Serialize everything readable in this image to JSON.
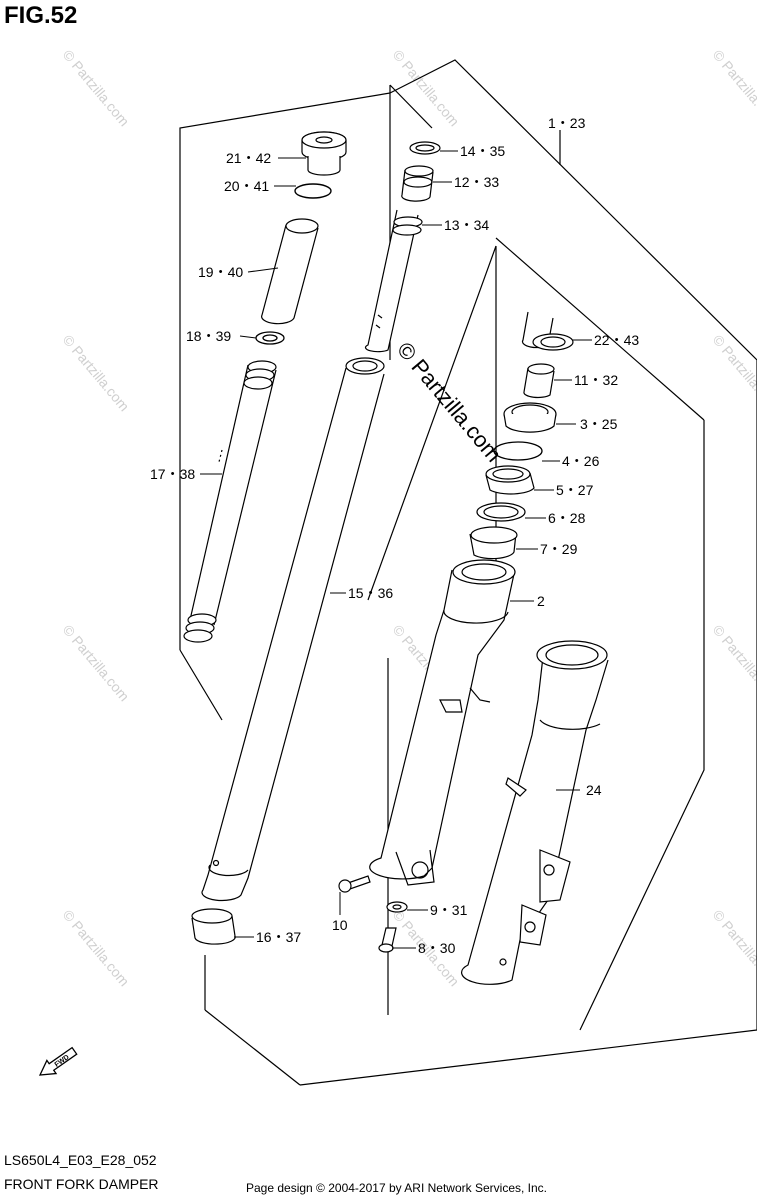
{
  "figure": {
    "title": "FIG.52",
    "diagram_code": "LS650L4_E03_E28_052",
    "name": "FRONT FORK DAMPER",
    "credit": "Page design © 2004-2017 by ARI Network Services, Inc.",
    "watermark_center": "© Partzilla.com",
    "watermark_small": "© Partzilla.com",
    "fwd_label": "FWD"
  },
  "callouts": [
    {
      "id": "p1",
      "label": "1・23"
    },
    {
      "id": "p21",
      "label": "21・42"
    },
    {
      "id": "p20",
      "label": "20・41"
    },
    {
      "id": "p19",
      "label": "19・40"
    },
    {
      "id": "p18",
      "label": "18・39"
    },
    {
      "id": "p17",
      "label": "17・38"
    },
    {
      "id": "p14",
      "label": "14・35"
    },
    {
      "id": "p12",
      "label": "12・33"
    },
    {
      "id": "p13",
      "label": "13・34"
    },
    {
      "id": "p22",
      "label": "22・43"
    },
    {
      "id": "p11",
      "label": "11・32"
    },
    {
      "id": "p3",
      "label": "3・25"
    },
    {
      "id": "p4",
      "label": "4・26"
    },
    {
      "id": "p5",
      "label": "5・27"
    },
    {
      "id": "p6",
      "label": "6・28"
    },
    {
      "id": "p7",
      "label": "7・29"
    },
    {
      "id": "p2",
      "label": "2"
    },
    {
      "id": "p15",
      "label": "15・36"
    },
    {
      "id": "p24",
      "label": "24"
    },
    {
      "id": "p16",
      "label": "16・37"
    },
    {
      "id": "p10",
      "label": "10"
    },
    {
      "id": "p9",
      "label": "9・31"
    },
    {
      "id": "p8",
      "label": "8・30"
    }
  ]
}
